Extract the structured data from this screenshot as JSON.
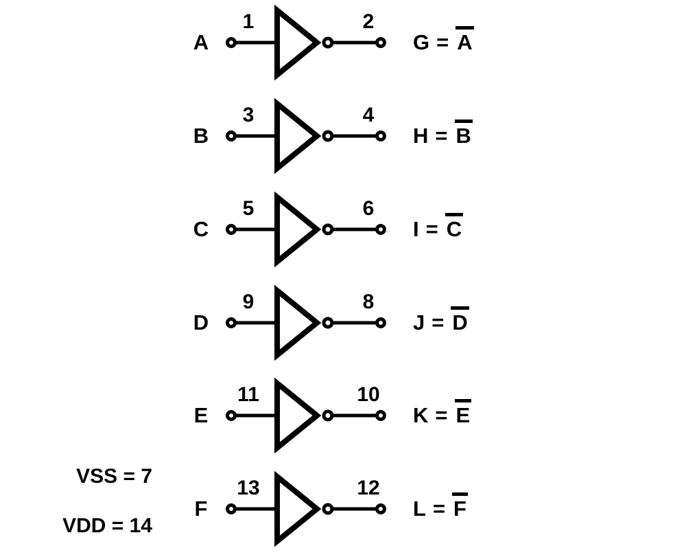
{
  "diagram": {
    "background_color": "#ffffff",
    "line_color": "#000000"
  },
  "gates": [
    {
      "input_label": "A",
      "input_pin": "1",
      "output_pin": "2",
      "output_name": "G",
      "equals": "=",
      "inverted_input": "A"
    },
    {
      "input_label": "B",
      "input_pin": "3",
      "output_pin": "4",
      "output_name": "H",
      "equals": "=",
      "inverted_input": "B"
    },
    {
      "input_label": "C",
      "input_pin": "5",
      "output_pin": "6",
      "output_name": "I",
      "equals": "=",
      "inverted_input": "C"
    },
    {
      "input_label": "D",
      "input_pin": "9",
      "output_pin": "8",
      "output_name": "J",
      "equals": "=",
      "inverted_input": "D"
    },
    {
      "input_label": "E",
      "input_pin": "11",
      "output_pin": "10",
      "output_name": "K",
      "equals": "=",
      "inverted_input": "E"
    },
    {
      "input_label": "F",
      "input_pin": "13",
      "output_pin": "12",
      "output_name": "L",
      "equals": "=",
      "inverted_input": "F"
    }
  ],
  "power": {
    "vss_label": "VSS = 7",
    "vdd_label": "VDD = 14"
  }
}
